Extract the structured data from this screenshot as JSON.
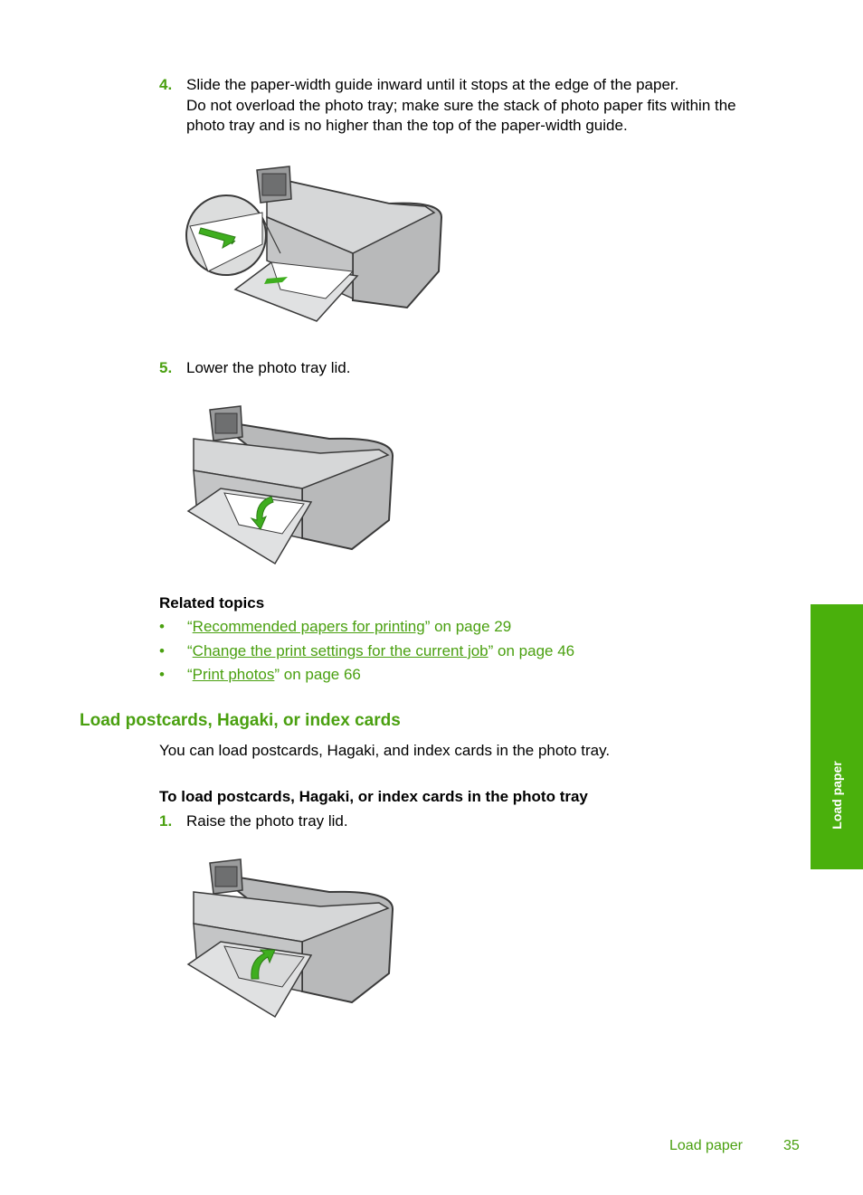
{
  "step4": {
    "number": "4.",
    "line1": "Slide the paper-width guide inward until it stops at the edge of the paper.",
    "line2": "Do not overload the photo tray; make sure the stack of photo paper fits within the",
    "line3": "photo tray and is no higher than the top of the paper-width guide."
  },
  "step5": {
    "number": "5.",
    "text": "Lower the photo tray lid."
  },
  "related": {
    "heading": "Related topics",
    "bullet": "•",
    "items": [
      {
        "open": "“",
        "link": "Recommended papers for printing",
        "close": "” on page 29"
      },
      {
        "open": "“",
        "link": "Change the print settings for the current job",
        "close": "” on page 46"
      },
      {
        "open": "“",
        "link": "Print photos",
        "close": "” on page 66"
      }
    ]
  },
  "section": {
    "heading": "Load postcards, Hagaki, or index cards",
    "intro": "You can load postcards, Hagaki, and index cards in the photo tray.",
    "procedure_title": "To load postcards, Hagaki, or index cards in the photo tray",
    "step1_number": "1.",
    "step1_text": "Raise the photo tray lid."
  },
  "side_tab": {
    "label": "Load paper"
  },
  "footer": {
    "section": "Load paper",
    "page": "35"
  },
  "colors": {
    "accent": "#4aa010",
    "tab": "#4ab00c",
    "printer_body": "#c9cacb",
    "printer_outline": "#3a3a3a",
    "arrow": "#3fae1f"
  },
  "icons": {
    "illustration1": "printer-width-guide-illustration",
    "illustration2": "printer-lower-lid-illustration",
    "illustration3": "printer-raise-lid-illustration"
  }
}
